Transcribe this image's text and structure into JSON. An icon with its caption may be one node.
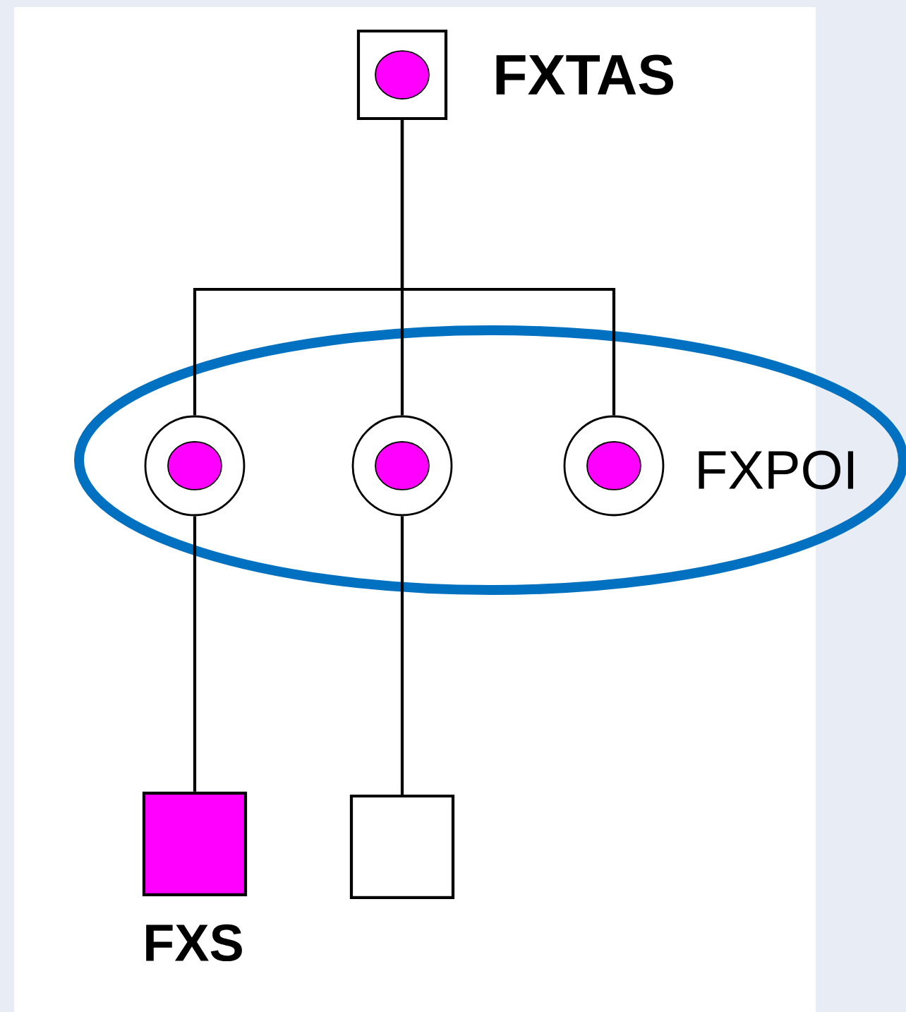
{
  "diagram": {
    "nodes": [
      {
        "text": [],
        "shape": "box",
        "beside": [
          "FXTAS"
        ]
      },
      {
        "text": [
          "FXPOI"
        ]
      },
      {
        "text": [],
        "shape": "circle",
        "in": 1
      },
      {
        "text": [],
        "shape": "circle",
        "in": 1
      },
      {
        "text": [],
        "shape": "circle",
        "in": 1
      },
      {
        "text": [],
        "shape": "box",
        "beside": [
          "FXS"
        ]
      },
      {
        "text": [],
        "shape": "box"
      }
    ],
    "edges": [
      {
        "from": 0,
        "to": 2,
        "arrow": "none"
      },
      {
        "from": 0,
        "to": 3,
        "arrow": "none"
      },
      {
        "from": 0,
        "to": 4,
        "arrow": "none"
      },
      {
        "from": 2,
        "to": 5,
        "arrow": "none"
      },
      {
        "from": 3,
        "to": 6,
        "arrow": "none"
      }
    ]
  }
}
